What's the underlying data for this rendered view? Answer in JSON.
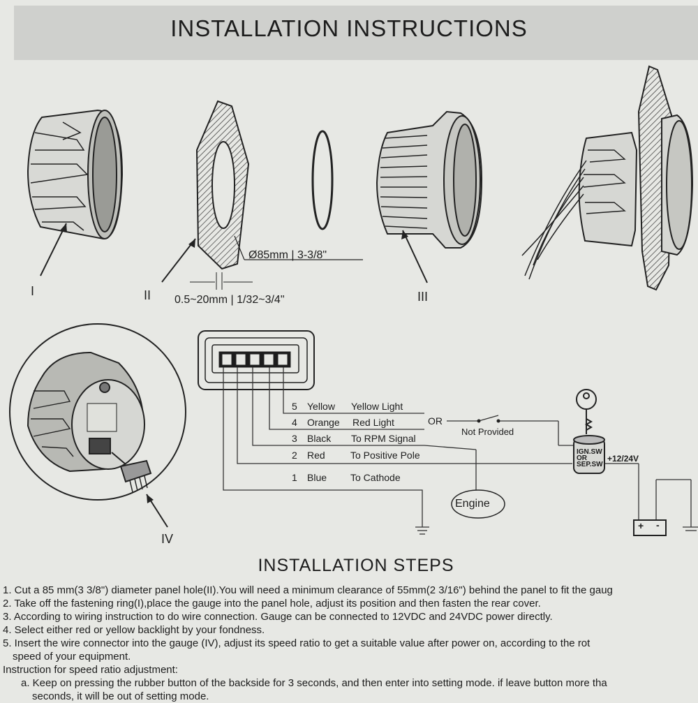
{
  "header": {
    "title": "INSTALLATION INSTRUCTIONS"
  },
  "parts": {
    "part_labels": [
      "I",
      "II",
      "III",
      "IV"
    ],
    "hole_dim": "Ø85mm | 3-3/8\"",
    "thickness_dim": "0.5~20mm | 1/32~3/4\""
  },
  "wiring": {
    "wires": [
      {
        "pin": "5",
        "color": "Yellow",
        "function": "Yellow Light"
      },
      {
        "pin": "4",
        "color": "Orange",
        "function": "Red Light"
      },
      {
        "pin": "3",
        "color": "Black",
        "function": "To RPM Signal"
      },
      {
        "pin": "2",
        "color": "Red",
        "function": "To Positive Pole"
      },
      {
        "pin": "1",
        "color": "Blue",
        "function": "To Cathode"
      }
    ],
    "or_label": "OR",
    "not_provided": "Not Provided",
    "switch_lines": [
      "IGN.SW",
      "OR",
      "SEP.SW"
    ],
    "voltage": "+12/24V",
    "engine": "Engine",
    "battery_plus": "+",
    "battery_minus": "-"
  },
  "steps": {
    "title": "INSTALLATION STEPS",
    "lines": [
      "1. Cut a 85 mm(3 3/8\") diameter panel hole(II).You will need a minimum clearance of 55mm(2 3/16\") behind the panel to fit the  gaug",
      "2. Take off the fastening ring(I),place the gauge into the panel hole, adjust its position and then fasten the rear cover.",
      "3. According to wiring instruction to do wire connection. Gauge can be connected to 12VDC and 24VDC power directly.",
      "4. Select either red or yellow backlight by your fondness.",
      "5. Insert the wire connector into the gauge (IV), adjust its speed ratio to get a suitable value after power on, according to the rot",
      "speed of your equipment.",
      "Instruction for speed ratio adjustment:",
      "a. Keep on pressing the rubber button of the backside for 3 seconds, and then enter into setting mode. if leave button more tha",
      "seconds, it will be out of setting mode."
    ]
  }
}
